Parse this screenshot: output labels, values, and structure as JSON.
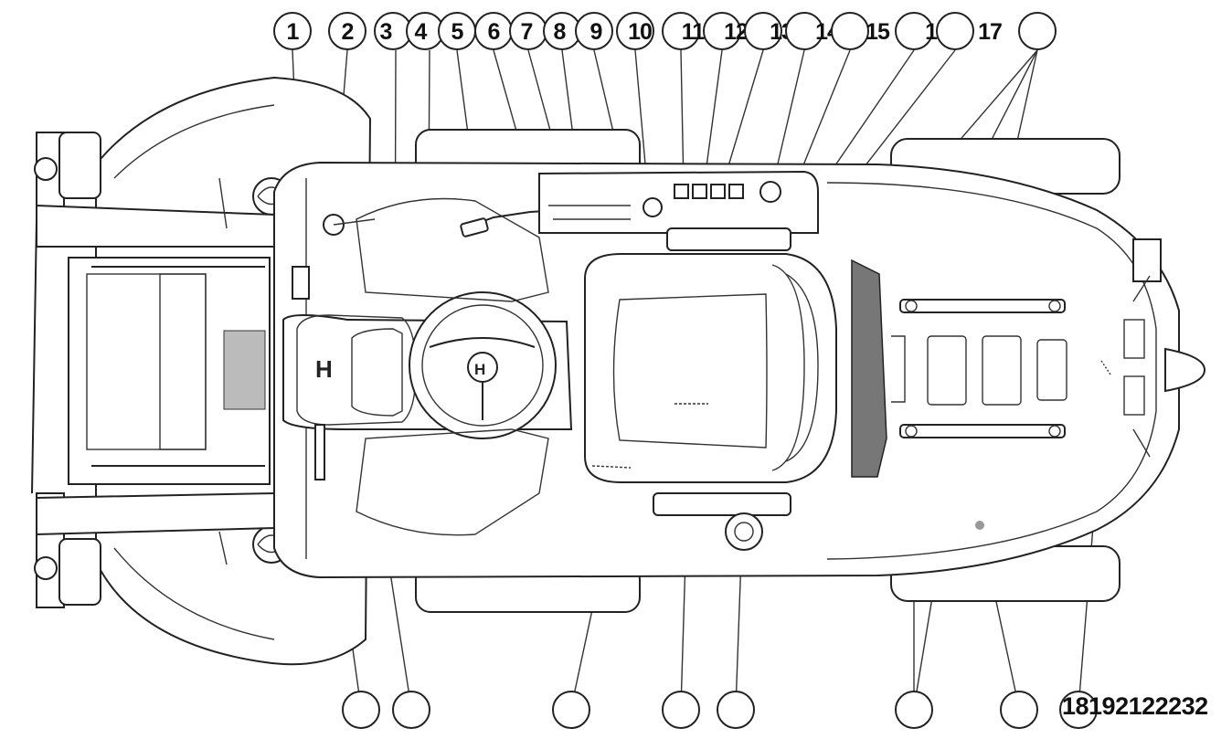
{
  "callouts_top": [
    {
      "id": "c1",
      "label": "1"
    },
    {
      "id": "c2",
      "label": "2"
    },
    {
      "id": "c3",
      "label": "3"
    },
    {
      "id": "c4",
      "label": "4"
    },
    {
      "id": "c5",
      "label": "5"
    },
    {
      "id": "c6",
      "label": "6"
    },
    {
      "id": "c7",
      "label": "7"
    },
    {
      "id": "c8",
      "label": "8"
    },
    {
      "id": "c9",
      "label": "9"
    },
    {
      "id": "c10",
      "label": "10"
    },
    {
      "id": "c11",
      "label": "11"
    },
    {
      "id": "c12",
      "label": "12"
    },
    {
      "id": "c13",
      "label": "13"
    },
    {
      "id": "c14",
      "label": "14"
    },
    {
      "id": "c15",
      "label": "15"
    },
    {
      "id": "c16",
      "label": "16"
    },
    {
      "id": "c17",
      "label": "17"
    },
    {
      "id": "c18",
      "label": ""
    }
  ],
  "callouts_bottom": [
    {
      "id": "b1",
      "label": ""
    },
    {
      "id": "b2",
      "label": ""
    },
    {
      "id": "b3",
      "label": ""
    },
    {
      "id": "b4",
      "label": ""
    },
    {
      "id": "b5",
      "label": ""
    },
    {
      "id": "b6",
      "label": ""
    },
    {
      "id": "b7",
      "label": ""
    }
  ],
  "bottom_code": "18192122232",
  "brand_mark": "H"
}
